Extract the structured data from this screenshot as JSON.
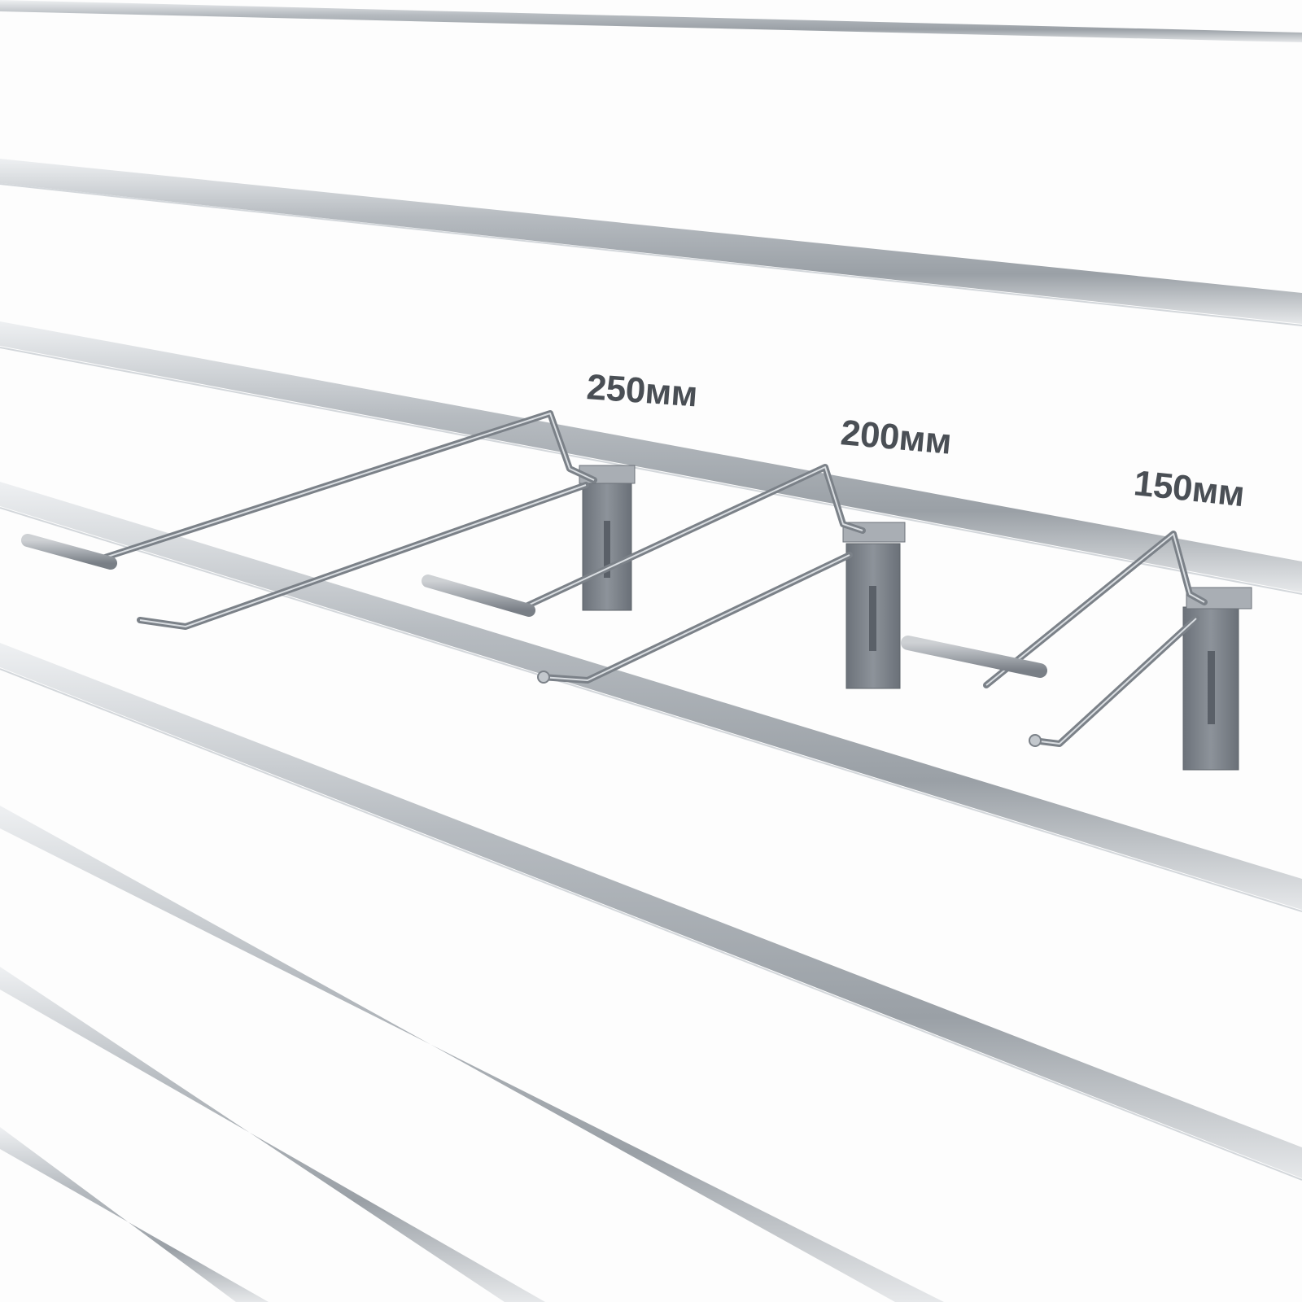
{
  "image": {
    "subject": "slatwall-with-wire-hooks",
    "colors": {
      "panel": "#fdfdfd",
      "groove": "#b9bec3",
      "groove_shadow": "#8f959b",
      "metal": "#7f868d",
      "metal_highlight": "#c9ced3",
      "bracket": "#7a8088",
      "label": "#4a4f55"
    }
  },
  "labels": {
    "hook_250": "250мм",
    "hook_200": "200мм",
    "hook_150": "150мм"
  }
}
